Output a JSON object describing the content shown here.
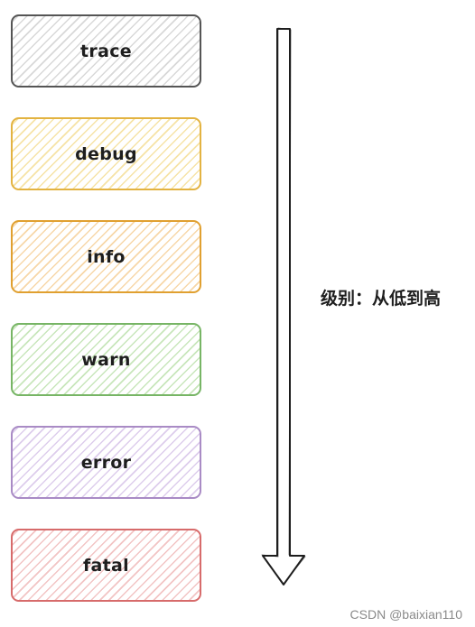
{
  "levels": [
    {
      "label": "trace",
      "stroke": "#555555",
      "fill": "#d8d8d8"
    },
    {
      "label": "debug",
      "stroke": "#e3b341",
      "fill": "#f6e3a6"
    },
    {
      "label": "info",
      "stroke": "#e0a030",
      "fill": "#f7d7a8"
    },
    {
      "label": "warn",
      "stroke": "#77b565",
      "fill": "#c8e6bb"
    },
    {
      "label": "error",
      "stroke": "#a98bc5",
      "fill": "#ddcdec"
    },
    {
      "label": "fatal",
      "stroke": "#d76b6b",
      "fill": "#f2c4c4"
    }
  ],
  "caption": "级别：从低到高",
  "watermark": "CSDN @baixian110"
}
